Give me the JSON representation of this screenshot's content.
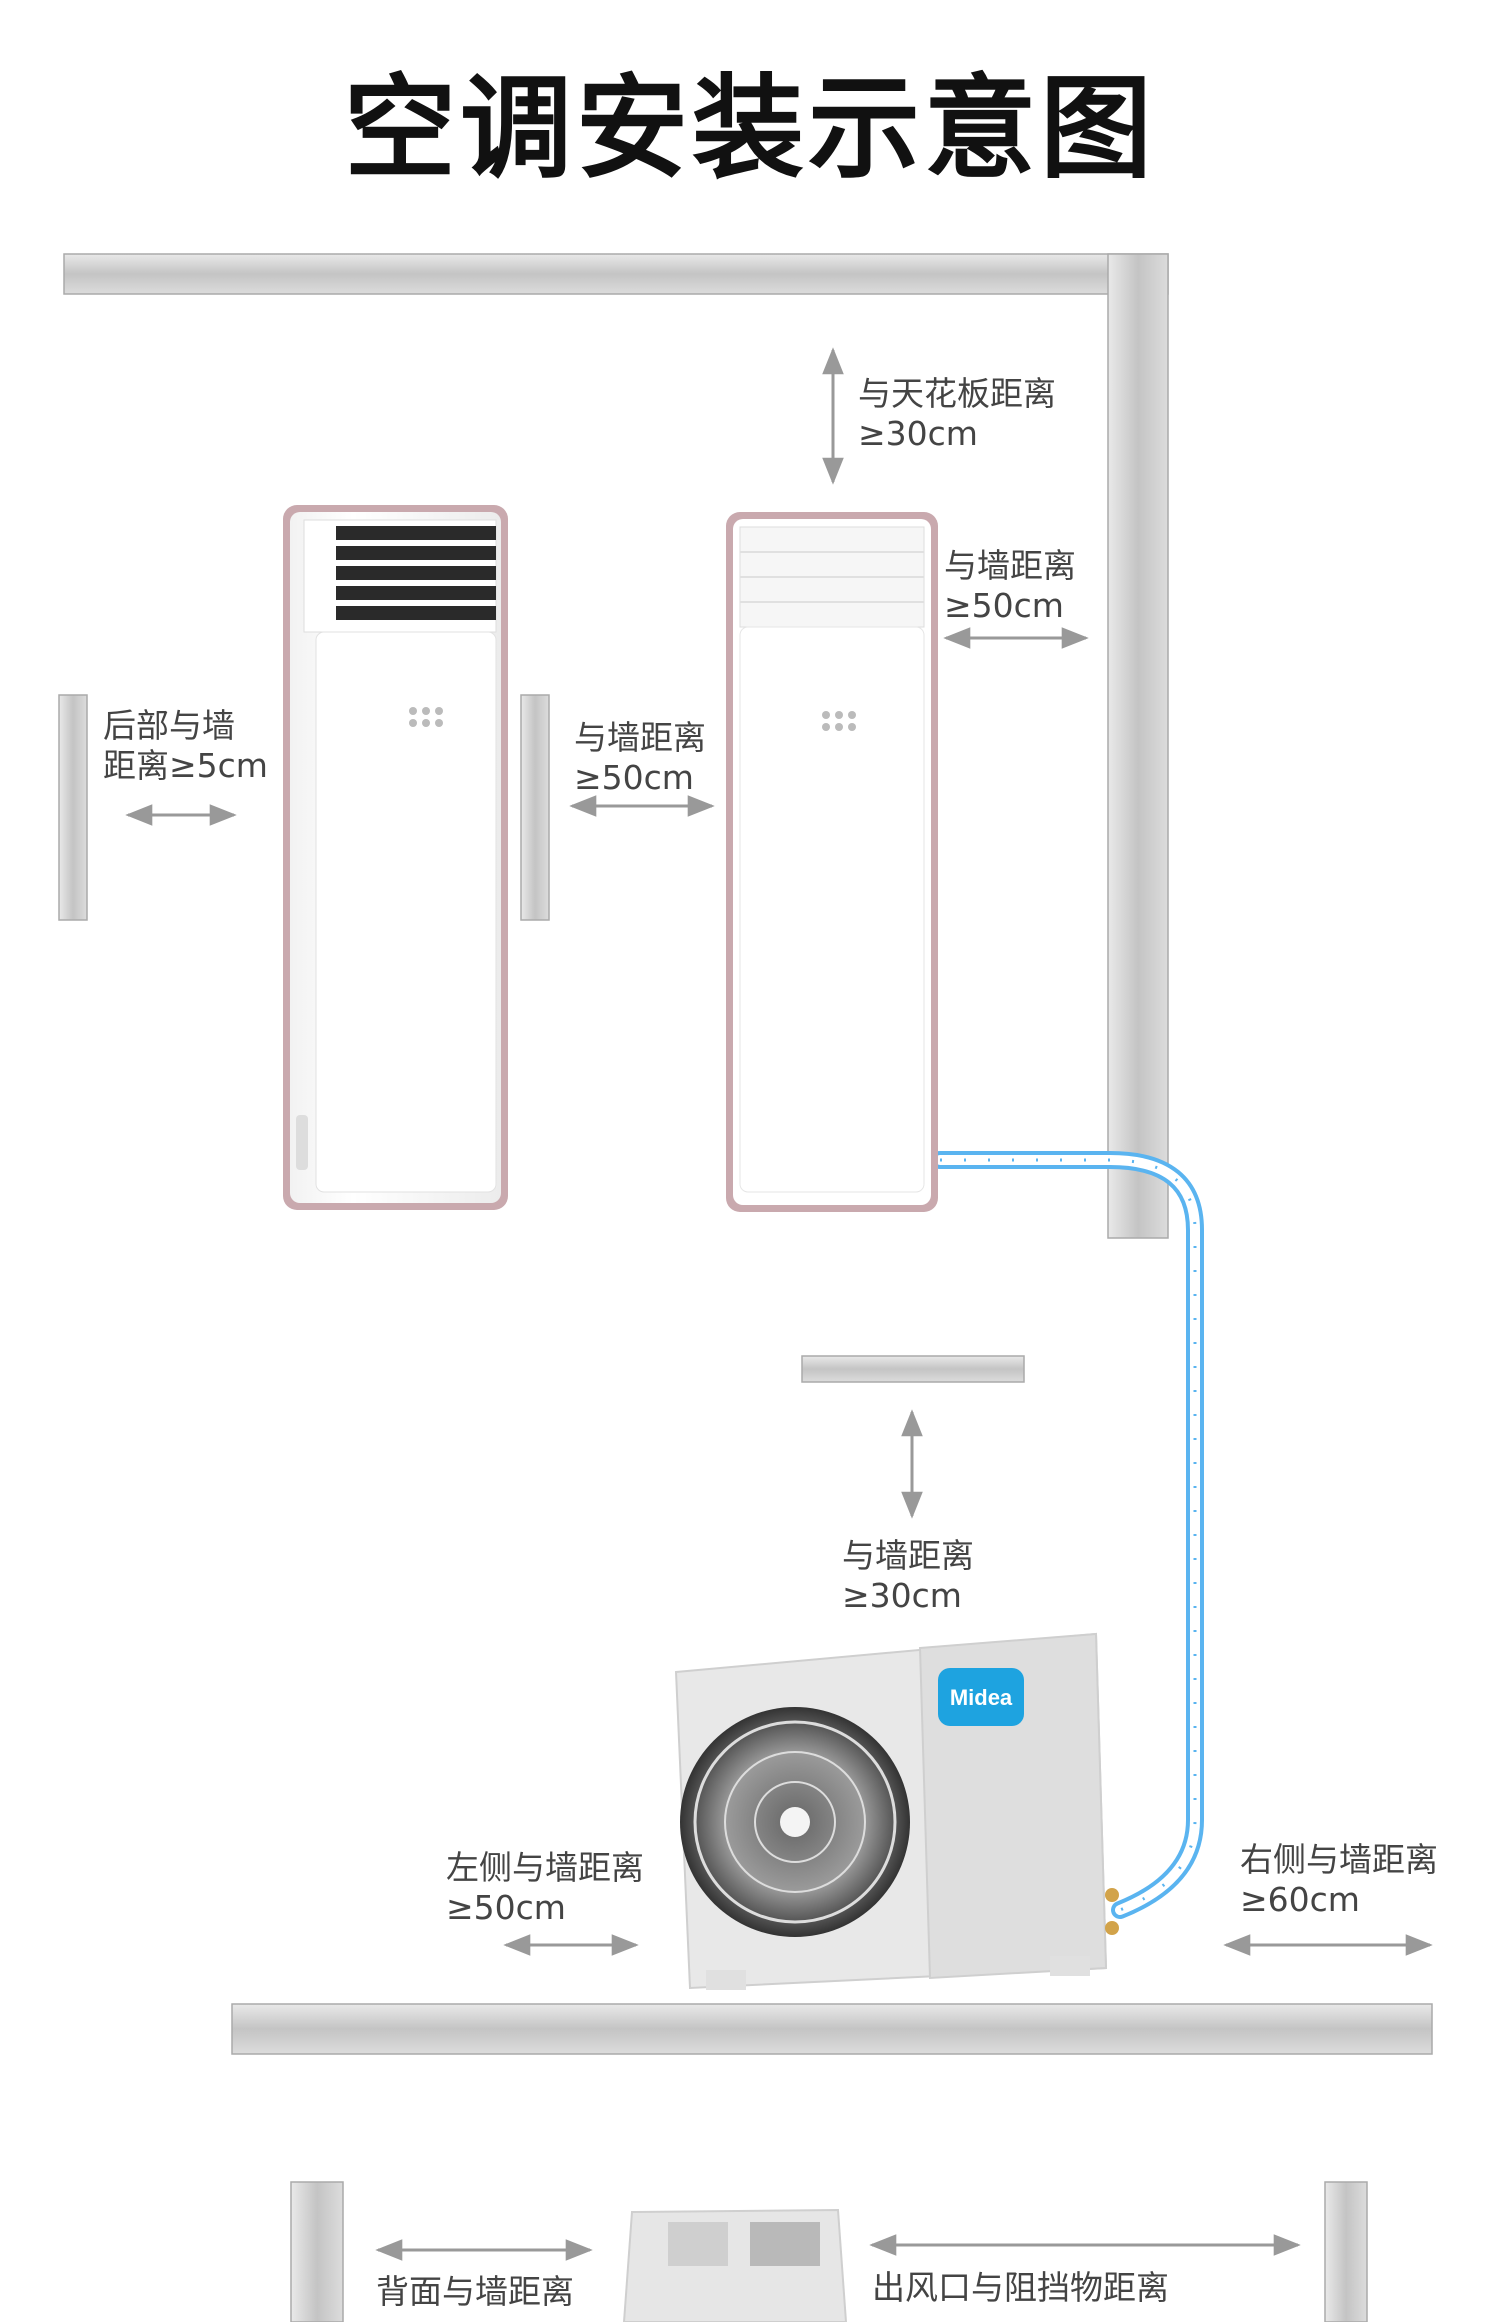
{
  "title": "空调安装示意图",
  "labels": {
    "ceiling": [
      "与天花板距离",
      "≥30cm"
    ],
    "right_wall_indoor": [
      "与墙距离",
      "≥50cm"
    ],
    "back_wall": [
      "后部与墙",
      "距离≥5cm"
    ],
    "side_wall": [
      "与墙距离",
      "≥50cm"
    ],
    "outdoor_top": [
      "与墙距离",
      "≥30cm"
    ],
    "outdoor_left": [
      "左侧与墙距离",
      "≥50cm"
    ],
    "outdoor_right": [
      "右侧与墙距离",
      "≥60cm"
    ],
    "bottom_back": "背面与墙距离",
    "bottom_outlet": "出风口与阻挡物距离"
  },
  "brand_logo": "Midea",
  "colors": {
    "wall": "#c9c9c9",
    "pipe": "#5ab4f0",
    "unit_trim": "#c9a9ae",
    "arrow": "#999999"
  },
  "icons": [
    "indoor-unit-icon",
    "outdoor-unit-icon",
    "fan-icon",
    "pipe-icon"
  ]
}
